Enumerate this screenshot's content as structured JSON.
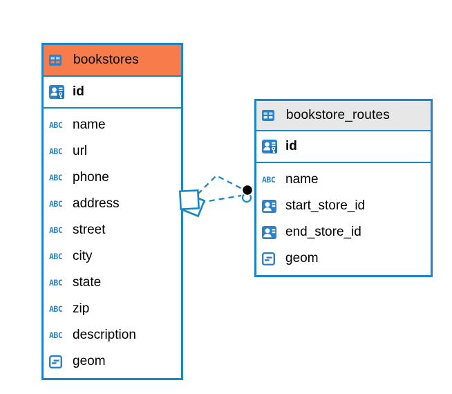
{
  "colors": {
    "table_border": "#1787C9",
    "relation_line": "#1787C9",
    "icon_blue": "#2C82C9",
    "icon_cell_light": "#B5D4EC",
    "bookstores_header_bg": "#F87B4B",
    "routes_header_bg": "#E7E7E7",
    "text": "#000000"
  },
  "icon_labels": {
    "text_type": "ABC"
  },
  "tables": [
    {
      "name": "bookstores",
      "header_bg": "#F87B4B",
      "pk": {
        "name": "id",
        "type": "primary-key"
      },
      "fields": [
        {
          "name": "name",
          "type": "text"
        },
        {
          "name": "url",
          "type": "text"
        },
        {
          "name": "phone",
          "type": "text"
        },
        {
          "name": "address",
          "type": "text"
        },
        {
          "name": "street",
          "type": "text"
        },
        {
          "name": "city",
          "type": "text"
        },
        {
          "name": "state",
          "type": "text"
        },
        {
          "name": "zip",
          "type": "text"
        },
        {
          "name": "description",
          "type": "text"
        },
        {
          "name": "geom",
          "type": "geometry"
        }
      ]
    },
    {
      "name": "bookstore_routes",
      "header_bg": "#E7E7E7",
      "pk": {
        "name": "id",
        "type": "primary-key"
      },
      "fields": [
        {
          "name": "name",
          "type": "text"
        },
        {
          "name": "start_store_id",
          "type": "reference"
        },
        {
          "name": "end_store_id",
          "type": "reference"
        },
        {
          "name": "geom",
          "type": "geometry"
        }
      ]
    }
  ],
  "relation": {
    "style": "dashed",
    "color": "#1787C9",
    "line_count": 2,
    "source_marker": "double-diamond",
    "target_marker": "black-and-blue-circles"
  }
}
